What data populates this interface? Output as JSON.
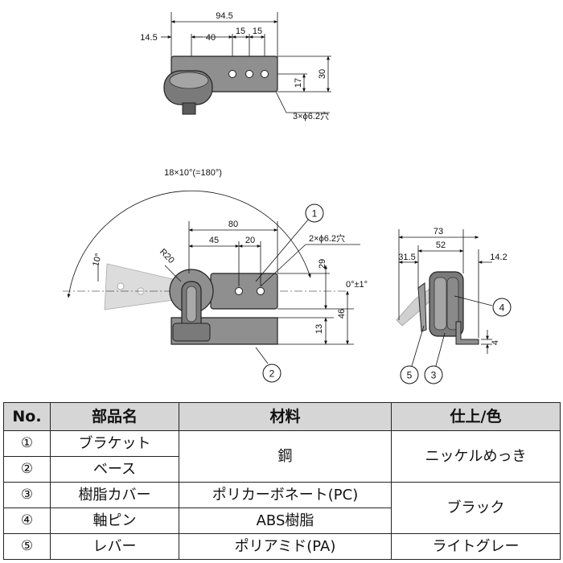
{
  "diagram": {
    "top_view": {
      "dim_total": "94.5",
      "dim_left": "14.5",
      "dim_40": "40",
      "dim_15a": "15",
      "dim_15b": "15",
      "dim_17": "17",
      "dim_30": "30",
      "hole_note": "3×ϕ6.2穴"
    },
    "front_view": {
      "rotation": "18×10°(=180°)",
      "angle_10": "10°",
      "radius": "R20",
      "dim_80": "80",
      "dim_45": "45",
      "dim_20": "20",
      "hole_note": "2×ϕ6.2穴",
      "dim_29": "29",
      "angle_0": "0°±1°",
      "dim_46": "46",
      "dim_13": "13",
      "callout_1": "1",
      "callout_2": "2"
    },
    "side_view": {
      "dim_73": "73",
      "dim_52": "52",
      "dim_31_5": "31.5",
      "dim_14_2": "14.2",
      "dim_4": "4",
      "callout_3": "3",
      "callout_4": "4",
      "callout_5": "5"
    }
  },
  "parts_table": {
    "headers": {
      "no": "No.",
      "name": "部品名",
      "material": "材料",
      "finish": "仕上/色"
    },
    "rows": [
      {
        "no": "①",
        "name": "ブラケット"
      },
      {
        "no": "②",
        "name": "ベース"
      },
      {
        "no": "③",
        "name": "樹脂カバー",
        "material": "ポリカーボネート(PC)"
      },
      {
        "no": "④",
        "name": "軸ピン",
        "material": "ABS樹脂"
      },
      {
        "no": "⑤",
        "name": "レバー",
        "material": "ポリアミド(PA)",
        "finish": "ライトグレー"
      }
    ],
    "merged": {
      "material_1_2": "鋼",
      "finish_1_2": "ニッケルめっき",
      "finish_3_4": "ブラック"
    }
  },
  "colors": {
    "part_fill": "#8f8f8f",
    "part_dark": "#5a5a5a",
    "pale_part": "#d4d4d4",
    "header_bg": "#d6d6d6"
  }
}
